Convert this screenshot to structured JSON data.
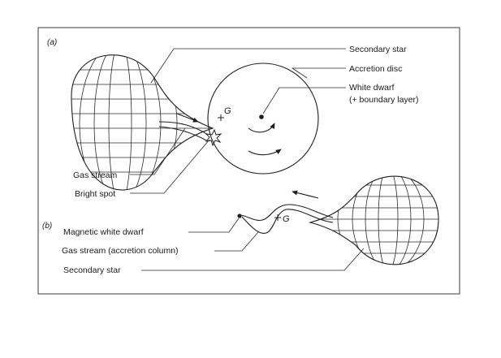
{
  "panel_a": {
    "tag": "(a)",
    "labels": {
      "secondary_star": "Secondary star",
      "accretion_disc": "Accretion disc",
      "white_dwarf": "White dwarf",
      "boundary_layer": "(+ boundary layer)",
      "gas_stream": "Gas stream",
      "bright_spot": "Bright spot"
    },
    "g_mark": "G"
  },
  "panel_b": {
    "tag": "(b)",
    "labels": {
      "magnetic_white_dwarf": "Magnetic white dwarf",
      "gas_stream_column": "Gas stream (accretion column)",
      "secondary_star": "Secondary star"
    },
    "g_mark": "G"
  },
  "colors": {
    "ink": "#1e1e1e",
    "frame": "#3a3a3a",
    "background": "#ffffff"
  }
}
